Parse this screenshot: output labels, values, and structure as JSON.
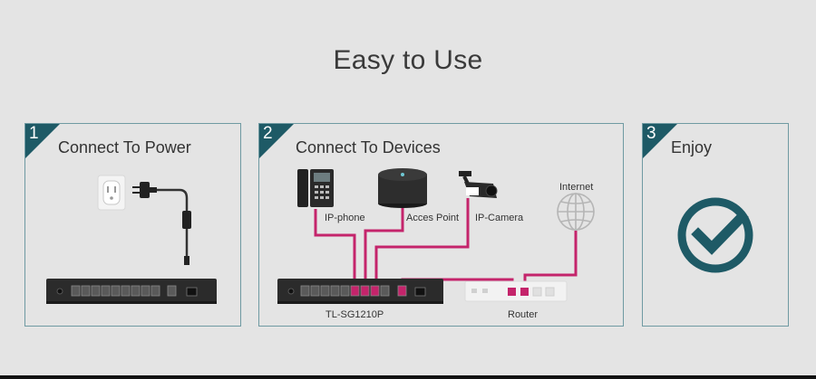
{
  "heading": "Easy to Use",
  "steps": [
    {
      "number": "1",
      "title": "Connect To Power"
    },
    {
      "number": "2",
      "title": "Connect To Devices"
    },
    {
      "number": "3",
      "title": "Enjoy"
    }
  ],
  "devices": {
    "ip_phone": "IP-phone",
    "access_point": "Acces Point",
    "ip_camera": "IP-Camera",
    "internet": "Internet",
    "switch_model": "TL-SG1210P",
    "router": "Router"
  },
  "icons": [
    "power-outlet-icon",
    "power-plug-icon",
    "switch-icon",
    "ip-phone-icon",
    "access-point-icon",
    "ip-camera-icon",
    "globe-icon",
    "router-icon",
    "checkmark-icon"
  ],
  "colors": {
    "accent": "#1e5a66",
    "cable": "#c4246b"
  }
}
